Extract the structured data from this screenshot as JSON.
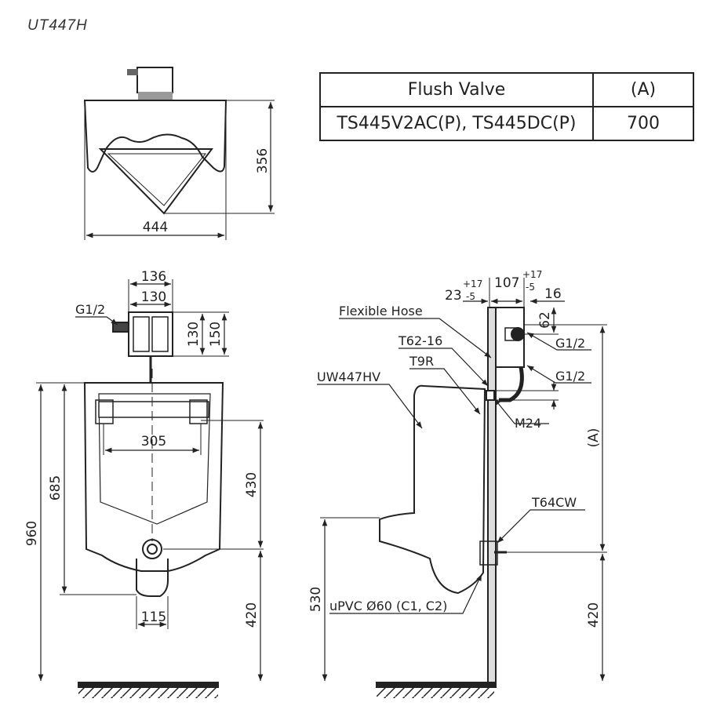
{
  "model": "UT447H",
  "table": {
    "header": [
      "Flush Valve",
      "(A)"
    ],
    "rows": [
      [
        "TS445V2AC(P), TS445DC(P)",
        "700"
      ]
    ]
  },
  "top_view": {
    "width": "444",
    "depth": "356"
  },
  "front_view": {
    "g_label": "G1/2",
    "box_width_outer": "136",
    "box_width_inner": "130",
    "box_height_inner": "130",
    "box_height_outer": "150",
    "height_total": "960",
    "height_rim": "685",
    "bracket_span": "305",
    "dim_upper": "430",
    "dim_lower": "420",
    "outlet_width": "115"
  },
  "side_view": {
    "flexible_hose": "Flexible Hose",
    "t62": "T62-16",
    "t9r": "T9R",
    "uw": "UW447HV",
    "g1": "G1/2",
    "g2": "G1/2",
    "m24": "M24",
    "a_label": "(A)",
    "t64": "T64CW",
    "upvc": "uPVC Ø60 (C1, C2)",
    "dim_23": "23",
    "tol_23_plus": "+17",
    "tol_23_minus": "-5",
    "dim_107": "107",
    "tol_107_plus": "+17",
    "tol_107_minus": "-5",
    "dim_16": "16",
    "dim_62": "62",
    "dim_530": "530",
    "dim_420": "420"
  }
}
